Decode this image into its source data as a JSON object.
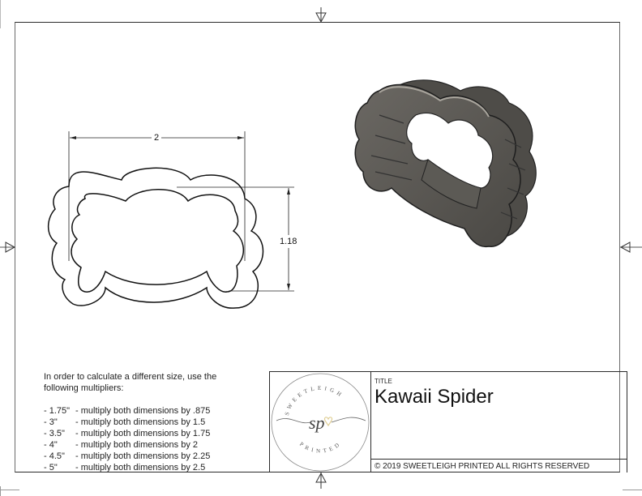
{
  "drawing": {
    "title_label": "TITLE",
    "title": "Kawaii Spider",
    "copyright": "© 2019  SWEETLEIGH PRINTED  ALL RIGHTS RESERVED",
    "dimensions": {
      "width": "2",
      "height": "1.18"
    },
    "logo": {
      "top_text": "SWEETLEIGH",
      "bottom_text": "PRINTED",
      "monogram": "sp",
      "accent_color": "#e8d9a8"
    },
    "model_color": "#5a5752"
  },
  "notes": {
    "intro": "In order to calculate a different size, use the following multipliers:",
    "multipliers": [
      {
        "size": "- 1.75\"",
        "text": "- multiply both dimensions by .875"
      },
      {
        "size": "- 3\"",
        "text": "- multiply both dimensions by 1.5"
      },
      {
        "size": "- 3.5\"",
        "text": "- multiply both dimensions by 1.75"
      },
      {
        "size": "- 4\"",
        "text": "- multiply both dimensions by 2"
      },
      {
        "size": "- 4.5\"",
        "text": "- multiply both dimensions by 2.25"
      },
      {
        "size": "- 5\"",
        "text": "- multiply both dimensions by 2.5"
      }
    ]
  }
}
